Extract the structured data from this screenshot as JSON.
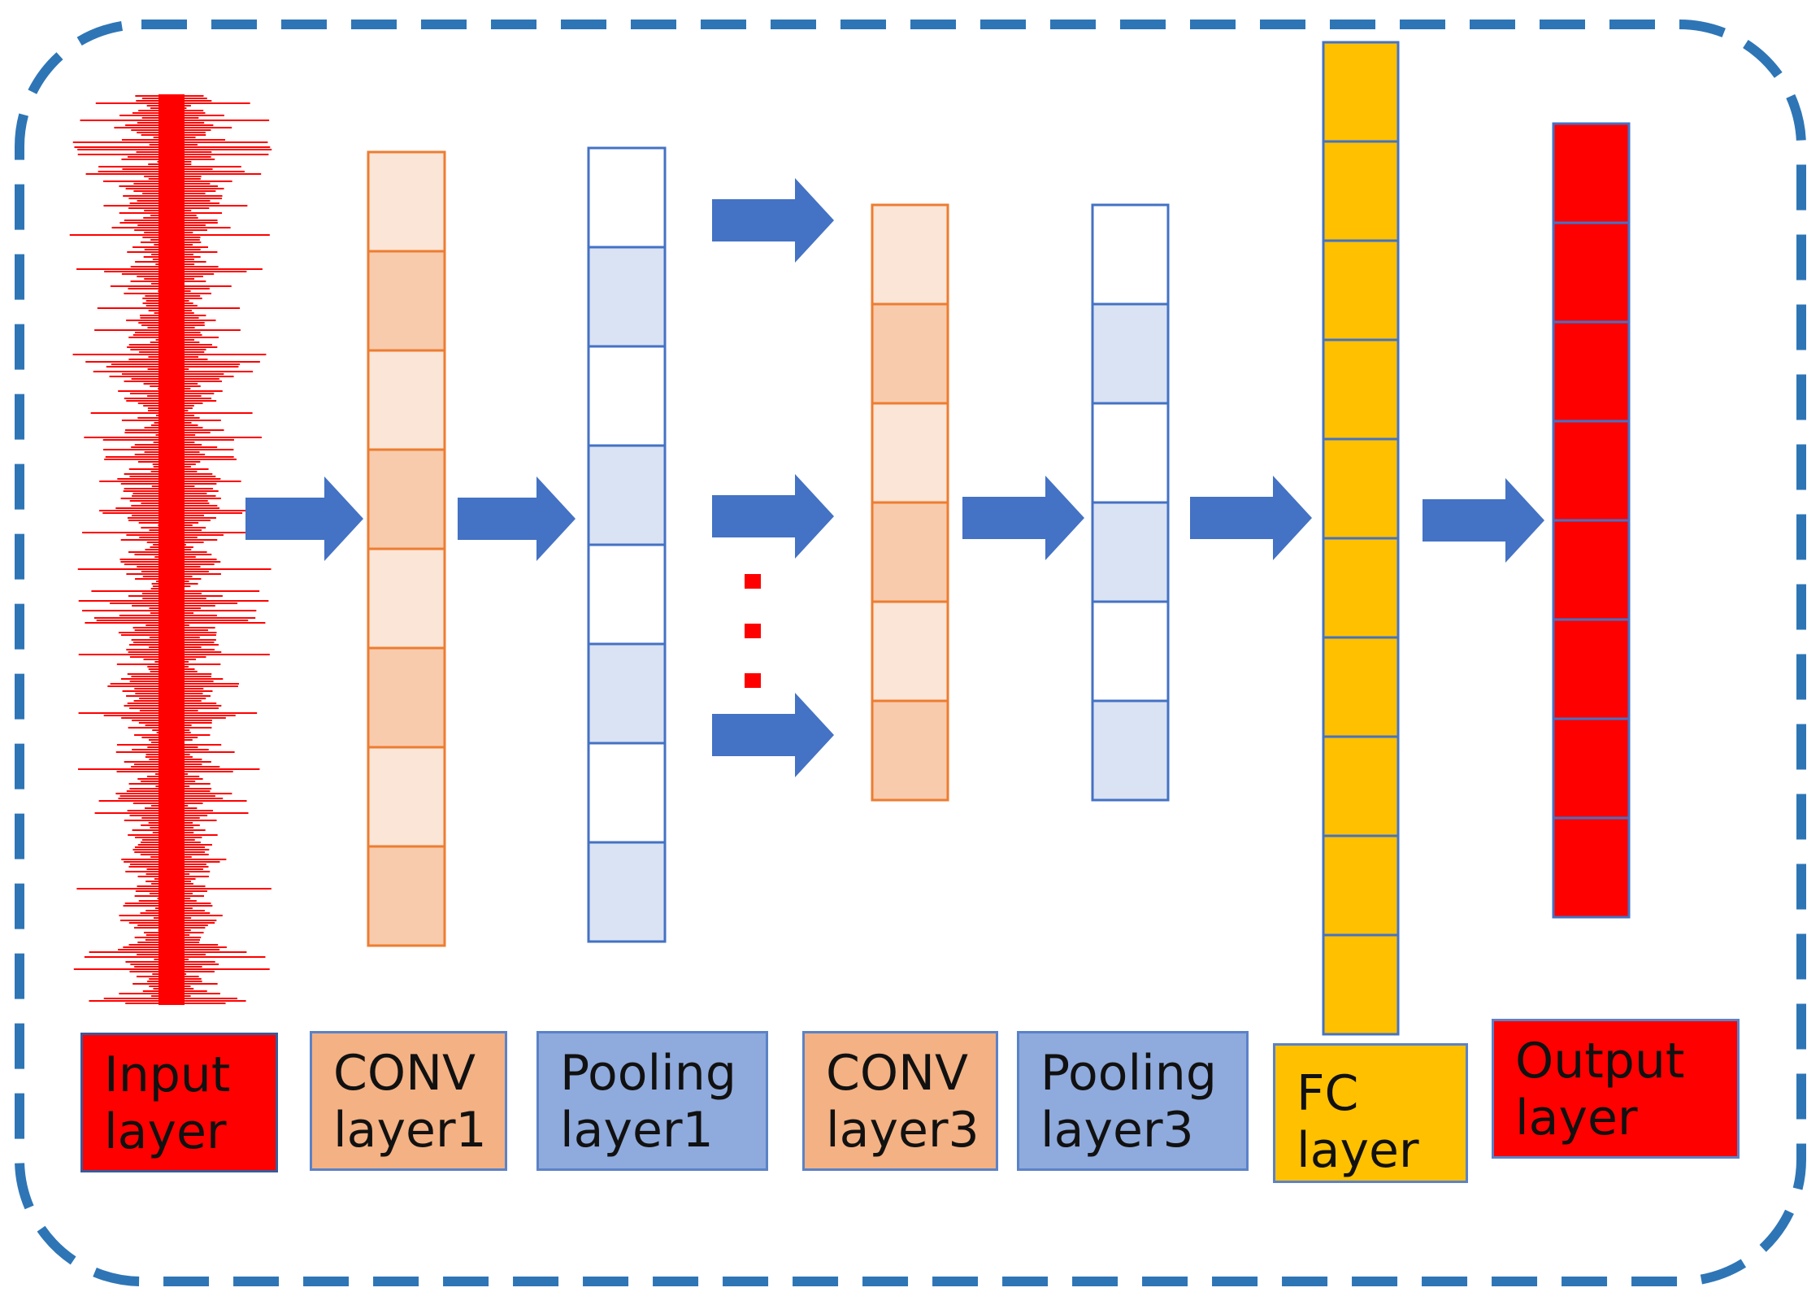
{
  "diagram": {
    "colors": {
      "frame": "#2e75b6",
      "arrow": "#4472c4",
      "signal": "#ff0000",
      "conv_border": "#ed7d31",
      "conv_fill_light": "#fbe5d6",
      "conv_fill_dark": "#f8cbad",
      "pool_border": "#4472c4",
      "pool_fill": "#dae3f3",
      "fc_fill": "#ffc000",
      "fc_border": "#4472c4",
      "output_fill": "#ff0000",
      "output_border": "#4472c4",
      "ellipsis_dots": "#ff0000"
    },
    "labels": {
      "input": "Input\nlayer",
      "conv1": "CONV\nlayer1",
      "pool1": "Pooling\nlayer1",
      "conv3": "CONV\nlayer3",
      "pool3": "Pooling\nlayer3",
      "fc": "FC\nlayer",
      "output": "Output\nlayer"
    },
    "label_colors": {
      "input": "#ff0000",
      "conv1": "#f4b183",
      "pool1": "#8faadc",
      "conv3": "#f4b183",
      "pool3": "#8faadc",
      "fc": "#ffc000",
      "output": "#ff0000"
    },
    "cells": {
      "conv1": 8,
      "pool1": 8,
      "conv3": 6,
      "pool3": 6,
      "fc": 10,
      "output": 8
    }
  }
}
